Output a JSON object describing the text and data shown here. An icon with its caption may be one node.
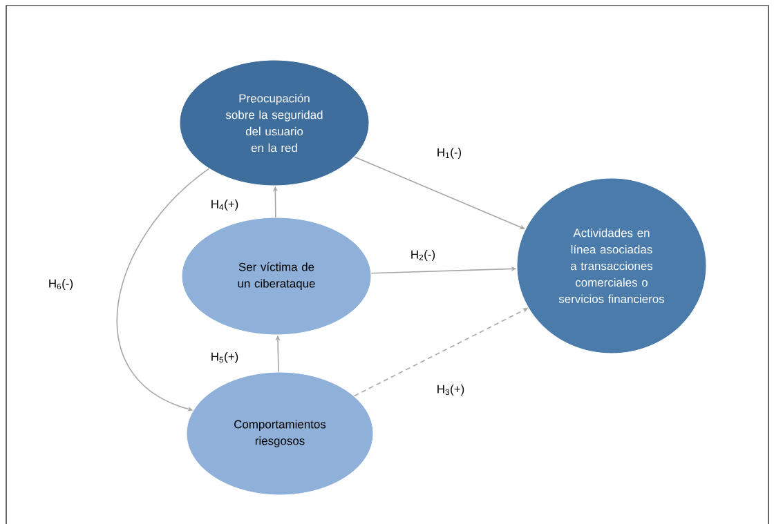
{
  "diagram": {
    "nodes": [
      {
        "text": [
          "Preocupación sobre la seguridad del usuario en la red"
        ]
      },
      {
        "text": [
          "Ser víctima de un ciberataque"
        ]
      },
      {
        "text": [
          "Comportamientos riesgosos"
        ]
      },
      {
        "text": [
          "Actividades en línea asociadas a transacciones comerciales o servicios financieros"
        ]
      }
    ],
    "edges": [
      {
        "from": 0,
        "to": 3,
        "arrow": "to",
        "label": "H$_{1}$(-)"
      },
      {
        "from": 1,
        "to": 3,
        "arrow": "to",
        "label": "H$_{2}$(-)"
      },
      {
        "from": 2,
        "to": 3,
        "arrow": "to",
        "label": "H$_{3}$(+)",
        "style": "dashed"
      },
      {
        "from": 1,
        "to": 0,
        "arrow": "to",
        "label": "H$_{4}$(+)"
      },
      {
        "from": 2,
        "to": 1,
        "arrow": "to",
        "label": "H$_{5}$(+)"
      },
      {
        "from": 0,
        "to": 2,
        "arrow": "to",
        "label": "H$_{6}$(-)"
      }
    ]
  }
}
